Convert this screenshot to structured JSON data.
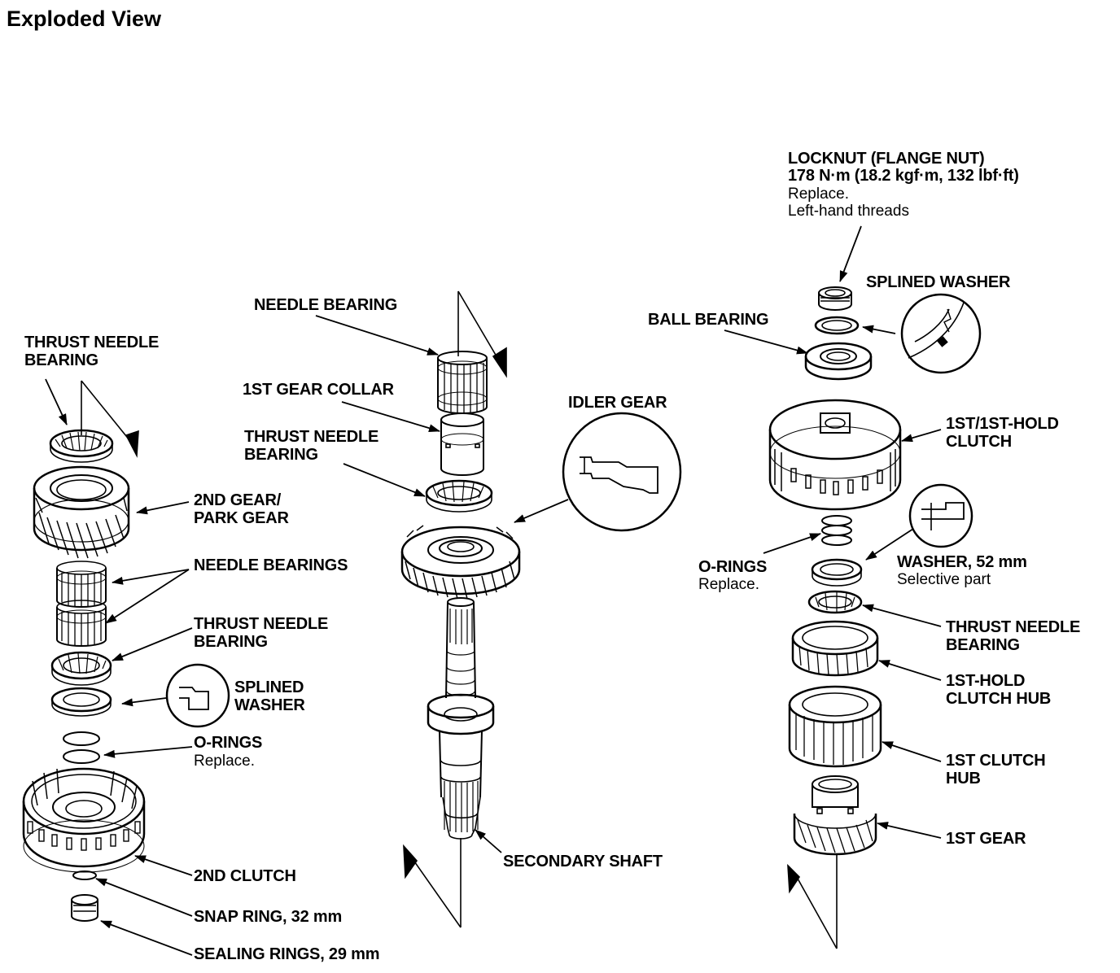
{
  "title": "Exploded View",
  "labels": {
    "left": {
      "thrust_needle_bearing_top_1": "THRUST NEEDLE",
      "thrust_needle_bearing_top_2": "BEARING",
      "second_gear_1": "2ND GEAR/",
      "second_gear_2": "PARK GEAR",
      "needle_bearings": "NEEDLE BEARINGS",
      "thrust_needle_bearing_mid_1": "THRUST NEEDLE",
      "thrust_needle_bearing_mid_2": "BEARING",
      "splined_washer_1": "SPLINED",
      "splined_washer_2": "WASHER",
      "o_rings": "O-RINGS",
      "o_rings_note": "Replace.",
      "second_clutch": "2ND CLUTCH",
      "snap_ring": "SNAP RING, 32 mm",
      "sealing_rings": "SEALING RINGS, 29 mm"
    },
    "center": {
      "needle_bearing": "NEEDLE BEARING",
      "first_gear_collar": "1ST GEAR COLLAR",
      "thrust_needle_bearing_1": "THRUST NEEDLE",
      "thrust_needle_bearing_2": "BEARING",
      "idler_gear": "IDLER GEAR",
      "secondary_shaft": "SECONDARY SHAFT"
    },
    "right": {
      "locknut": "LOCKNUT (FLANGE NUT)",
      "locknut_torque": "178 N·m (18.2 kgf·m, 132 lbf·ft)",
      "locknut_note_1": "Replace.",
      "locknut_note_2": "Left-hand threads",
      "splined_washer": "SPLINED WASHER",
      "ball_bearing": "BALL BEARING",
      "clutch_1": "1ST/1ST-HOLD",
      "clutch_2": "CLUTCH",
      "o_rings": "O-RINGS",
      "o_rings_note": "Replace.",
      "washer": "WASHER, 52 mm",
      "washer_note": "Selective part",
      "thrust_needle_bearing_1": "THRUST NEEDLE",
      "thrust_needle_bearing_2": "BEARING",
      "hold_hub_1": "1ST-HOLD",
      "hold_hub_2": "CLUTCH HUB",
      "clutch_hub_1": "1ST CLUTCH",
      "clutch_hub_2": "HUB",
      "first_gear": "1ST GEAR"
    }
  }
}
